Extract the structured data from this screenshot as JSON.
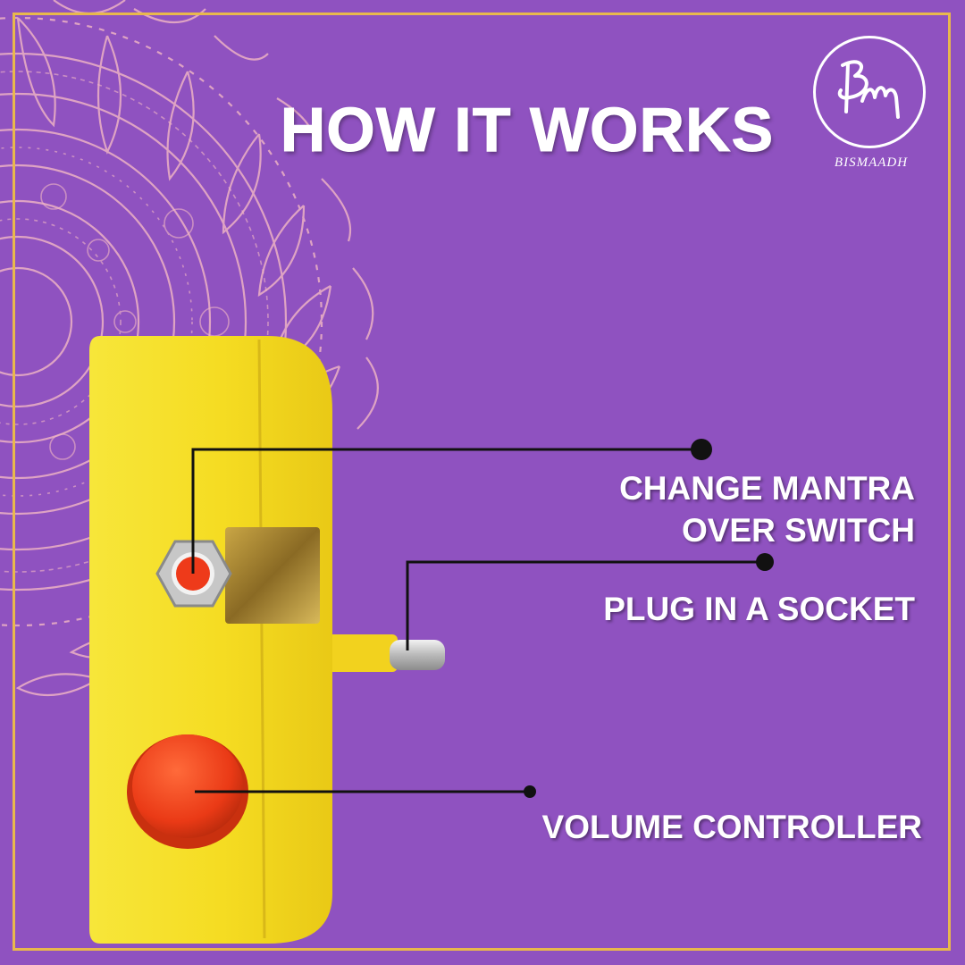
{
  "header": {
    "title": "HOW IT WORKS"
  },
  "brand": {
    "name": "BISMAADH",
    "monogram": "BM"
  },
  "callouts": [
    {
      "lines": [
        "CHANGE MANTRA",
        "OVER SWITCH"
      ]
    },
    {
      "lines": [
        "PLUG IN A SOCKET"
      ]
    },
    {
      "lines": [
        "VOLUME CONTROLLER"
      ]
    }
  ],
  "colors": {
    "background": "#8f52c0",
    "border": "#e8b84c",
    "mandala": "#f2b8c4",
    "device": "#f6e02c",
    "button": "#e8341c",
    "text": "#ffffff"
  }
}
